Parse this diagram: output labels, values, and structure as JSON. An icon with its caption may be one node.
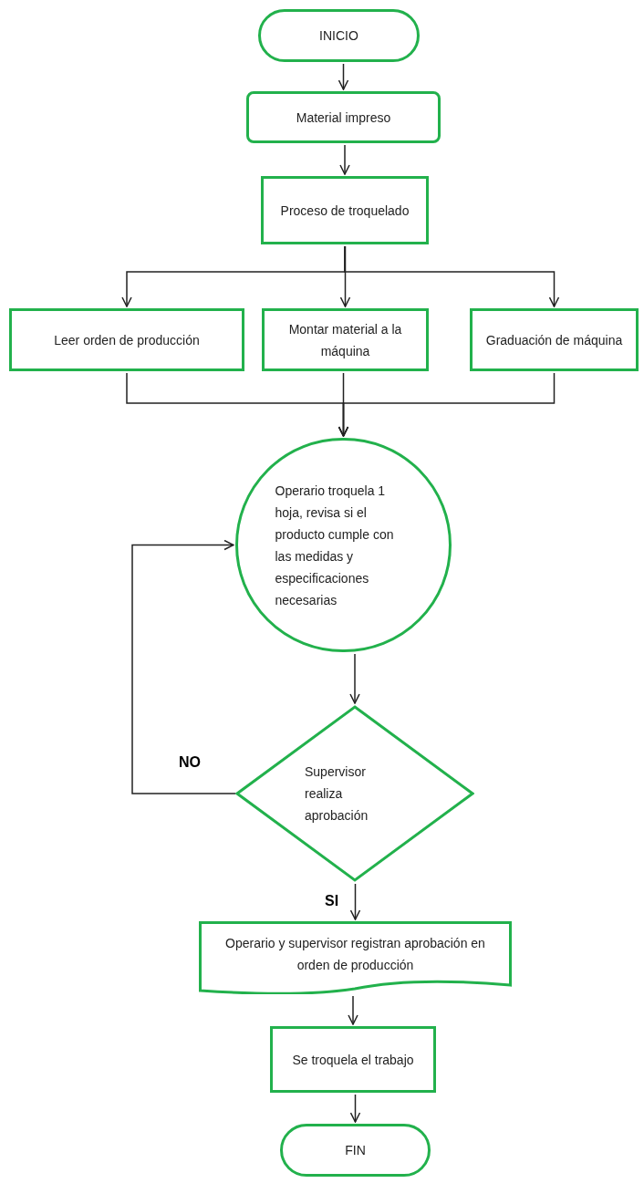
{
  "diagram": {
    "nodes": [
      {
        "text": [
          "INICIO"
        ]
      },
      {
        "text": [
          "Material impreso"
        ]
      },
      {
        "text": [
          "Proceso de troquelado"
        ]
      },
      {
        "text": [
          "Leer orden de producción"
        ]
      },
      {
        "text": [
          "Montar material a la máquina"
        ]
      },
      {
        "text": [
          "Graduación de máquina"
        ]
      },
      {
        "text": [
          "Operario troquela 1 hoja, revisa si el producto cumple con las medidas y especificaciones necesarias"
        ]
      },
      {
        "text": [
          "Supervisor realiza aprobación"
        ]
      },
      {
        "text": [
          "Operario y supervisor registran aprobación en orden de producción"
        ]
      },
      {
        "text": [
          "Se troquela el trabajo"
        ]
      },
      {
        "text": [
          "FIN"
        ]
      }
    ],
    "edges": [
      {
        "from": 0,
        "to": 1,
        "arrow": "to"
      },
      {
        "from": 1,
        "to": 2,
        "arrow": "to"
      },
      {
        "from": 2,
        "to": 3,
        "arrow": "to"
      },
      {
        "from": 2,
        "to": 4,
        "arrow": "to"
      },
      {
        "from": 2,
        "to": 5,
        "arrow": "to"
      },
      {
        "from": 3,
        "to": 6,
        "arrow": "to"
      },
      {
        "from": 4,
        "to": 6,
        "arrow": "to"
      },
      {
        "from": 5,
        "to": 6,
        "arrow": "to"
      },
      {
        "from": 6,
        "to": 7,
        "arrow": "to"
      },
      {
        "from": 7,
        "to": 6,
        "arrow": "to",
        "label": "NO"
      },
      {
        "from": 7,
        "to": 8,
        "arrow": "to",
        "label": "SI"
      },
      {
        "from": 8,
        "to": 9,
        "arrow": "to"
      },
      {
        "from": 9,
        "to": 10,
        "arrow": "to"
      }
    ]
  }
}
